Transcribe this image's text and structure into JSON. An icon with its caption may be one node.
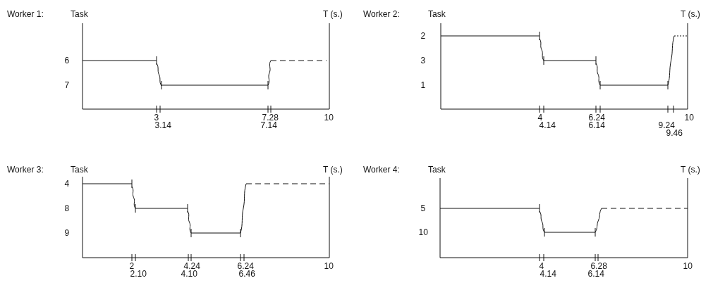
{
  "diagram": {
    "labels": [
      "Worker 1:",
      "Task",
      "T (s.)",
      "6",
      "7",
      "3",
      "3.14",
      "7.28",
      "7.14",
      "10",
      "Worker 2:",
      "Task",
      "T (s.)",
      "2",
      "3",
      "1",
      "4",
      "4.14",
      "6.24",
      "6.14",
      "10",
      "9.24",
      "9.46",
      "Worker 3:",
      "Task",
      "T (s.)",
      "4",
      "8",
      "9",
      "2",
      "2.10",
      "4.24",
      "4.10",
      "6.24",
      "6.46",
      "10",
      "Worker 4:",
      "Task",
      "T (s.)",
      "5",
      "10",
      "4",
      "4.14",
      "6.28",
      "6.14",
      "10"
    ]
  }
}
